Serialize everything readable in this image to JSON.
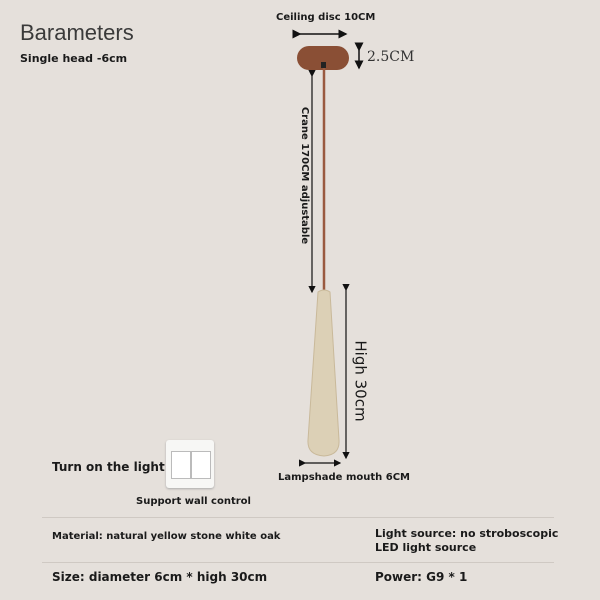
{
  "title": "Barameters",
  "subtitle": "Single head -6cm",
  "dims": {
    "ceiling": "Ceiling disc 10CM",
    "disc_height": "2.5CM",
    "crane": "Crane 170CM adjustable",
    "high": "High 30cm",
    "mouth": "Lampshade mouth 6CM"
  },
  "switch": {
    "label": "Turn on the light:",
    "caption": "Support wall control"
  },
  "specs": {
    "material": "Material: natural yellow stone white oak",
    "light_source": "Light source: no stroboscopic LED light source",
    "size": "Size: diameter 6cm * high 30cm",
    "power": "Power: G9 * 1"
  }
}
